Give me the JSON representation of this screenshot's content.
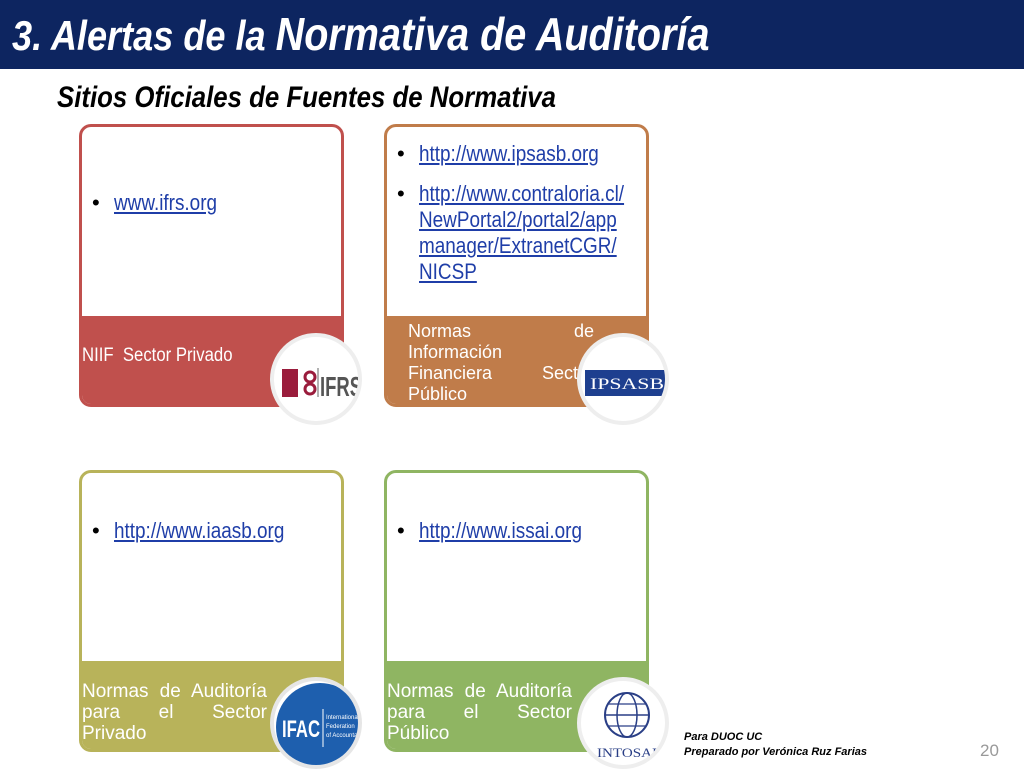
{
  "header": {
    "title_prefix": "3. Alertas de la ",
    "title_rest": "Normativa de Auditoría",
    "subtitle": "Sitios Oficiales de Fuentes de Normativa",
    "bar_color": "#0d2560"
  },
  "cards": [
    {
      "links": [
        "www.ifrs.org"
      ],
      "footer": "NIIF  Sector Privado",
      "color": "#c0504d",
      "logo": {
        "name": "ifrs-logo",
        "text": "IFRS"
      }
    },
    {
      "links": [
        "http://www.ipsasb.org",
        "http://www.contraloria.cl/\nNewPortal2/portal2/app\nmanager/ExtranetCGR/\nNICSP"
      ],
      "footer_lines": [
        "Normas",
        "de",
        "Información",
        "Financiera",
        "Sector",
        "Público"
      ],
      "color": "#c07c4a",
      "logo": {
        "name": "ipsasb-logo",
        "text": "IPSASB"
      }
    },
    {
      "links": [
        "http://www.iaasb.org"
      ],
      "footer": "Normas de Auditoría para el Sector Privado",
      "color": "#b8b35a",
      "logo": {
        "name": "ifac-logo",
        "text": "IFAC",
        "subtext": "International Federation of Accountants"
      }
    },
    {
      "links": [
        "http://www.issai.org"
      ],
      "footer": "Normas de Auditoría para el Sector Público",
      "color": "#8fb562",
      "logo": {
        "name": "intosai-logo",
        "text": "INTOSAI"
      }
    }
  ],
  "meta": {
    "line1": "Para DUOC UC",
    "line2": "Preparado por Verónica Ruz Farias"
  },
  "page_number": "20"
}
